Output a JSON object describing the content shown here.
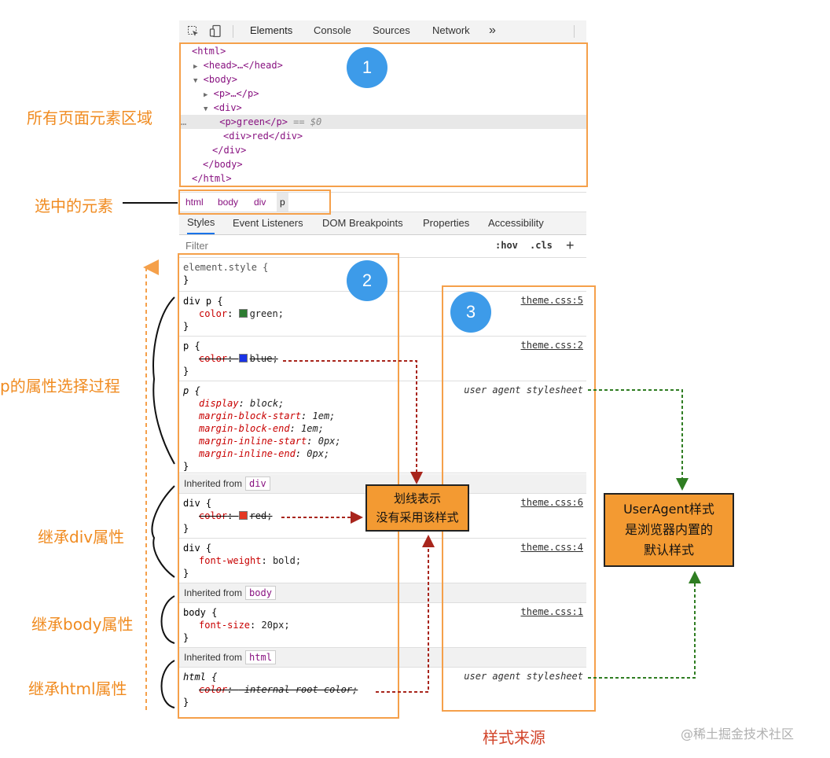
{
  "devtools": {
    "tabs": [
      "Elements",
      "Console",
      "Sources",
      "Network",
      "»"
    ],
    "active_tab": "Elements",
    "dom_tree": {
      "html_open": "<html>",
      "head": "<head>…</head>",
      "body_open": "<body>",
      "p_collapsed": "<p>…</p>",
      "div_open": "<div>",
      "selected_p": "<p>green</p>",
      "selected_marker": " == $0",
      "div_red": "<div>red</div>",
      "div_close": "</div>",
      "body_close": "</body>",
      "html_close": "</html>",
      "ellipsis": "…"
    },
    "breadcrumbs": [
      "html",
      "body",
      "div",
      "p"
    ],
    "subtabs": [
      "Styles",
      "Event Listeners",
      "DOM Breakpoints",
      "Properties",
      "Accessibility"
    ],
    "filter": {
      "placeholder": "Filter",
      "hov": ":hov",
      "cls": ".cls",
      "plus": "+"
    },
    "rules": {
      "element_style": {
        "selector": "element.style {",
        "close": "}"
      },
      "div_p": {
        "selector": "div p {",
        "prop": "color",
        "value": "green;",
        "source": "theme.css:5",
        "swatch": "#2e7d32",
        "close": "}"
      },
      "p_blue": {
        "selector": "p {",
        "prop": "color",
        "value": "blue;",
        "source": "theme.css:2",
        "swatch": "#1a33e6",
        "close": "}"
      },
      "p_ua": {
        "selector": "p {",
        "source": "user agent stylesheet",
        "close": "}",
        "props": [
          {
            "prop": "display",
            "value": "block;"
          },
          {
            "prop": "margin-block-start",
            "value": "1em;"
          },
          {
            "prop": "margin-block-end",
            "value": "1em;"
          },
          {
            "prop": "margin-inline-start",
            "value": "0px;"
          },
          {
            "prop": "margin-inline-end",
            "value": "0px;"
          }
        ]
      },
      "inh_div": {
        "label": "Inherited from",
        "tag": "div"
      },
      "div_red": {
        "selector": "div {",
        "prop": "color",
        "value": "red;",
        "source": "theme.css:6",
        "swatch": "#e53924",
        "close": "}"
      },
      "div_bold": {
        "selector": "div {",
        "prop": "font-weight",
        "value": "bold;",
        "source": "theme.css:4",
        "close": "}"
      },
      "inh_body": {
        "label": "Inherited from",
        "tag": "body"
      },
      "body_rule": {
        "selector": "body {",
        "prop": "font-size",
        "value": "20px;",
        "source": "theme.css:1",
        "close": "}"
      },
      "inh_html": {
        "label": "Inherited from",
        "tag": "html"
      },
      "html_rule": {
        "selector": "html {",
        "prop": "color",
        "value": "-internal-root-color;",
        "source": "user agent stylesheet",
        "close": "}"
      }
    }
  },
  "annotations": {
    "all_elements": "所有页面元素区域",
    "selected_element": "选中的元素",
    "p_process": "p的属性选择过程",
    "inherit_div": "继承div属性",
    "inherit_body": "继承body属性",
    "inherit_html": "继承html属性",
    "style_source": "样式来源",
    "badge1": "1",
    "badge2": "2",
    "badge3": "3",
    "strike_note_line1": "划线表示",
    "strike_note_line2": "没有采用该样式",
    "ua_note_line1": "UserAgent样式",
    "ua_note_line2": "是浏览器内置的",
    "ua_note_line3": "默认样式",
    "watermark": "@稀土掘金技术社区"
  },
  "colors": {
    "annotation_orange": "#f08b20",
    "badge_blue": "#3d9be9",
    "note_fill": "#f39a32",
    "dotted_red": "#a8251c",
    "dotted_green": "#2f7d22"
  }
}
